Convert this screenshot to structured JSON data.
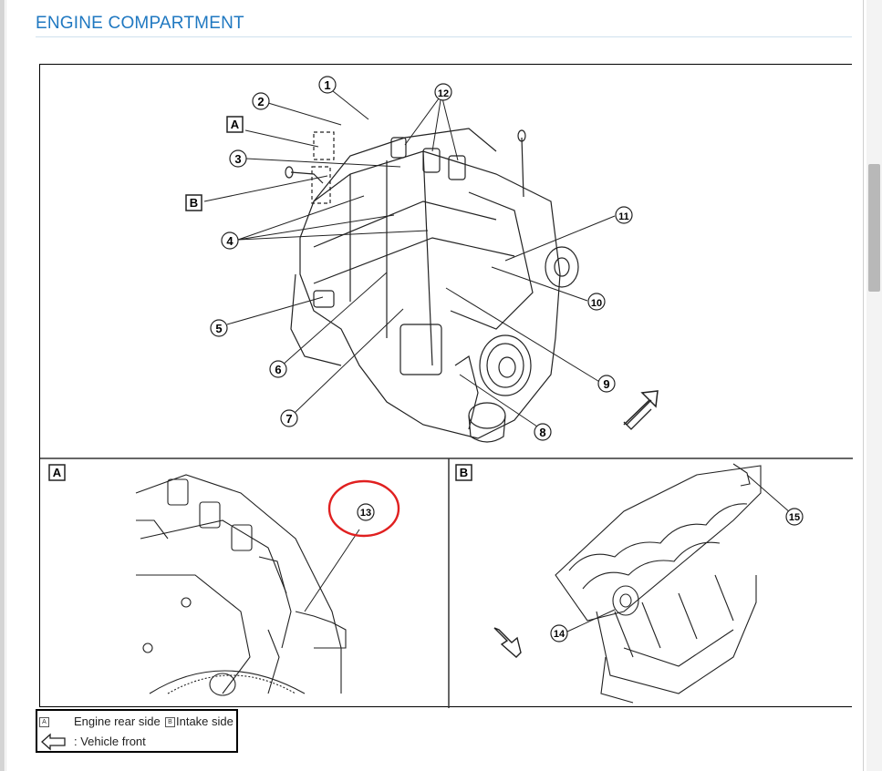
{
  "page": {
    "section_title": "ENGINE COMPARTMENT"
  },
  "figure": {
    "panel_labels": {
      "a": "A",
      "b": "B"
    },
    "callouts": [
      "1",
      "2",
      "3",
      "4",
      "5",
      "6",
      "7",
      "8",
      "9",
      "10",
      "11",
      "12",
      "13",
      "14",
      "15"
    ],
    "highlight_color": "#e02020",
    "accent_color": "#1f78c1"
  },
  "legend": {
    "box_a": "A",
    "box_b": "B",
    "engine_rear_side": "Engine rear side",
    "intake_side": "Intake side",
    "vehicle_front": ": Vehicle front"
  }
}
